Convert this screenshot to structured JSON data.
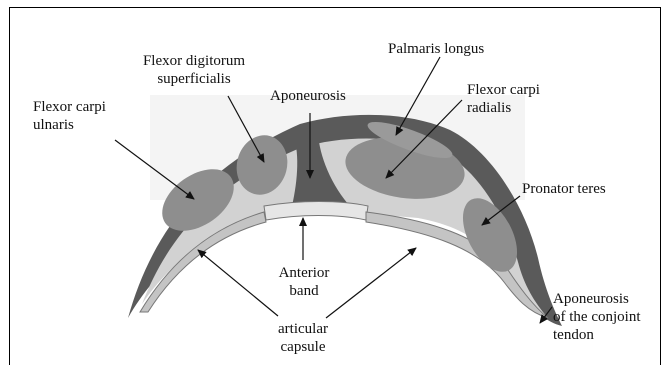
{
  "labels": {
    "flexor_carpi_ulnaris": "Flexor carpi\nulnaris",
    "flexor_digitorum_superficialis": "Flexor digitorum\nsuperficialis",
    "aponeurosis": "Aponeurosis",
    "palmaris_longus": "Palmaris longus",
    "flexor_carpi_radialis": "Flexor carpi\nradialis",
    "pronator_teres": "Pronator teres",
    "anterior_band": "Anterior\nband",
    "articular_capsule": "articular\ncapsule",
    "aponeurosis_conjoint_tendon": "Aponeurosis\nof the conjoint\ntendon"
  },
  "colors": {
    "outer_fascia": "#5a5a5a",
    "inner_layer": "#d2d2d2",
    "muscle": "#8e8e8e",
    "capsule": "#c4c4c4",
    "background_shade": "#f4f4f4",
    "arrow": "#111111"
  }
}
